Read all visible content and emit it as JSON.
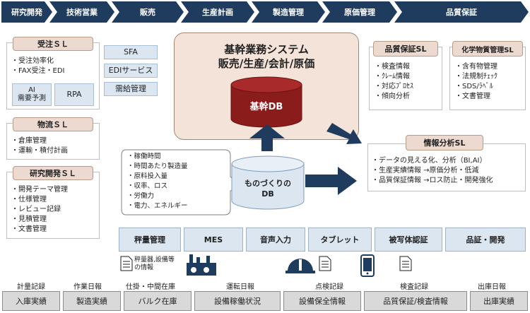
{
  "process_steps": [
    "研究開発",
    "技術営業",
    "販売",
    "生産計画",
    "製造管理",
    "原価管理",
    "品質保証"
  ],
  "order_sl": {
    "title": "受注ＳＬ",
    "items": [
      "・受注効率化",
      "・FAX受注・EDI"
    ],
    "chip_ai": "AI\n需要予測",
    "chip_rpa": "RPA"
  },
  "logistics_sl": {
    "title": "物流ＳＬ",
    "items": [
      "・倉庫管理",
      "・運輸・積付計画"
    ]
  },
  "rd_sl": {
    "title": "研究開発ＳＬ",
    "items": [
      "・開発テーマ管理",
      "・仕様管理",
      "・レビュー記録",
      "・見積管理",
      "・文書管理"
    ]
  },
  "side_chips": [
    "SFA",
    "EDIサービス",
    "需給管理"
  ],
  "core_system": {
    "title_line1": "基幹業務システム",
    "title_line2": "販売/生産/会計/原価",
    "db_label": "基幹DB"
  },
  "qa_sl": {
    "title": "品質保証SL",
    "items": [
      "・検査情報",
      "・ｸﾚｰﾑ情報",
      "・対応ﾌﾟﾛｾｽ",
      "・傾向分析"
    ]
  },
  "chem_sl": {
    "title": "化学物質管理SL",
    "items": [
      "・含有物管理",
      "・法規制ﾁｪｯｸ",
      "・SDS/ﾗﾍﾞﾙ",
      "・文書管理"
    ]
  },
  "analysis_sl": {
    "title": "情報分析SL",
    "items": [
      "・データの見える化、分析（BI,AI）",
      "・生産実績情報 →原価分析・低減",
      "・品質保証情報 →ロス防止・開発強化"
    ]
  },
  "callout": {
    "items": [
      "・稼働時間",
      "・時間あたり製造量",
      "・原料投入量",
      "・収率、ロス",
      "・労働力",
      "・電力、エネルギー"
    ]
  },
  "mono_db": {
    "line1": "ものづくりの",
    "line2": "DB"
  },
  "tools": [
    "秤量管理",
    "MES",
    "音声入力",
    "タブレット",
    "被写体認証",
    "品証・開発"
  ],
  "scale_note": {
    "line1": "秤量器,設備等",
    "line2": "の情報"
  },
  "records": [
    "計量記録",
    "作業日報",
    "仕掛・中間在庫",
    "運転日報",
    "点検記録",
    "検査記録",
    "出庫日報"
  ],
  "bottom_items": [
    "入庫実績",
    "製造実績",
    "バルク在庫",
    "設備稼働状況",
    "設備保全情報",
    "品質保証/検査情報",
    "出庫実績"
  ],
  "colors": {
    "navy": "#1f3b5e",
    "salmon_fill": "#ecd9cf",
    "core_fill": "#f4e3d9",
    "db_red": "#8b1c1c",
    "chip_blue": "#dbe6f1",
    "gray_box": "#d9d9d9"
  }
}
